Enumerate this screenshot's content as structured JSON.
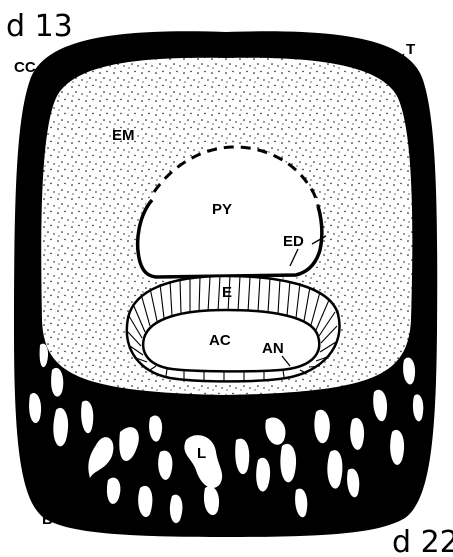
{
  "stage_labels": {
    "top_left": "d 13",
    "bottom_right": "d 22"
  },
  "labels": {
    "cc": "CC",
    "t": "T",
    "em": "EM",
    "py": "PY",
    "ed": "ED",
    "e": "E",
    "ac": "AC",
    "an": "AN",
    "l": "L",
    "bc": "BC"
  },
  "colors": {
    "ink": "#000000",
    "paper": "#ffffff"
  }
}
